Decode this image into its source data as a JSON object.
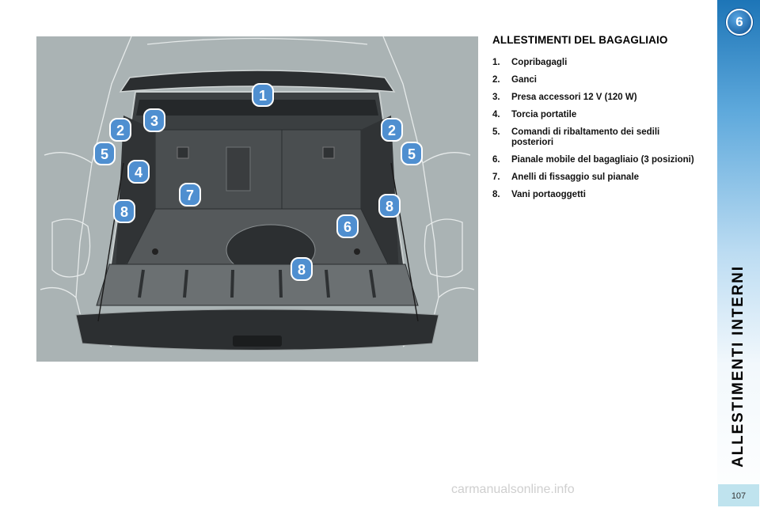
{
  "section": {
    "title": "ALLESTIMENTI DEL BAGAGLIAIO",
    "items": [
      {
        "num": "1.",
        "label": "Copribagagli"
      },
      {
        "num": "2.",
        "label": "Ganci"
      },
      {
        "num": "3.",
        "label": "Presa accessori 12 V (120 W)"
      },
      {
        "num": "4.",
        "label": "Torcia portatile"
      },
      {
        "num": "5.",
        "label": "Comandi di ribaltamento dei sedili posteriori"
      },
      {
        "num": "6.",
        "label": "Pianale mobile del bagagliaio (3 posizioni)"
      },
      {
        "num": "7.",
        "label": "Anelli di fissaggio sul pianale"
      },
      {
        "num": "8.",
        "label": "Vani portaoggetti"
      }
    ]
  },
  "figure": {
    "callouts": [
      "1",
      "2",
      "3",
      "2",
      "5",
      "4",
      "5",
      "7",
      "8",
      "8",
      "6",
      "8"
    ]
  },
  "sidebar": {
    "chapter": "6",
    "vertical_title": "ALLESTIMENTI INTERNI",
    "page_number": "107"
  },
  "watermark": "carmanualsonline.info",
  "colors": {
    "figure_bg": "#aab3b4",
    "callout_fill": "#4f8fd0",
    "sidebar_top": "#1d75b7",
    "page_tab": "#bfe3ee"
  }
}
